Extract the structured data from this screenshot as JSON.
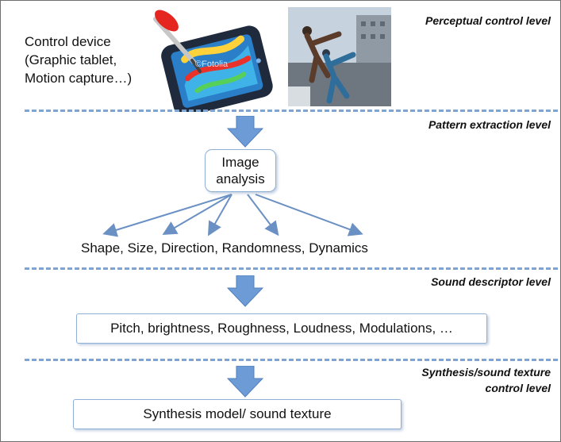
{
  "control_device": {
    "line1": "Control device",
    "line2": "(Graphic tablet,",
    "line3": "Motion capture…)"
  },
  "levels": {
    "perceptual": "Perceptual control level",
    "pattern": "Pattern extraction level",
    "sound_descriptor": "Sound descriptor level",
    "synthesis_line1": "Synthesis/sound texture",
    "synthesis_line2": "control level"
  },
  "image_analysis": {
    "line1": "Image",
    "line2": "analysis"
  },
  "pattern_features": "Shape, Size, Direction, Randomness, Dynamics",
  "sound_descriptors": "Pitch, brightness, Roughness, Loudness, Modulations, …",
  "synthesis_model": "Synthesis model/ sound texture",
  "tablet_watermark": "©Fotolia",
  "colors": {
    "dash": "#7ea4cf",
    "arrow_fill": "#6d9bd6",
    "connector": "#6a90c4",
    "box_border": "#8fb0d4"
  }
}
